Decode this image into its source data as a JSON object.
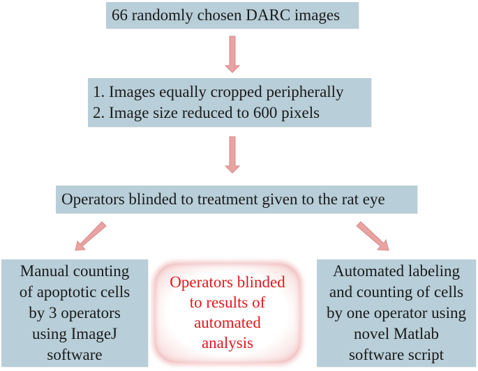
{
  "top_box": {
    "text": "66 randomly chosen DARC images"
  },
  "step_box": {
    "lines": [
      "1. Images equally cropped peripherally",
      "2. Image size reduced to 600 pixels"
    ]
  },
  "blind_box": {
    "text": "Operators blinded to treatment given to the rat eye"
  },
  "left_box": {
    "lines": [
      "Manual counting",
      "of apoptotic cells",
      "by 3 operators",
      "using ImageJ",
      "software"
    ]
  },
  "center_note": {
    "lines": [
      "Operators blinded",
      "to results of",
      "automated",
      "analysis"
    ]
  },
  "right_box": {
    "lines": [
      "Automated labeling",
      "and counting of cells",
      "by one operator using",
      "novel Matlab",
      "software script"
    ]
  },
  "colors": {
    "box_fill": "#b8ced8",
    "arrow_fill": "#e8a3a3",
    "arrow_stroke": "#d98888",
    "note_text": "#e3171a"
  }
}
